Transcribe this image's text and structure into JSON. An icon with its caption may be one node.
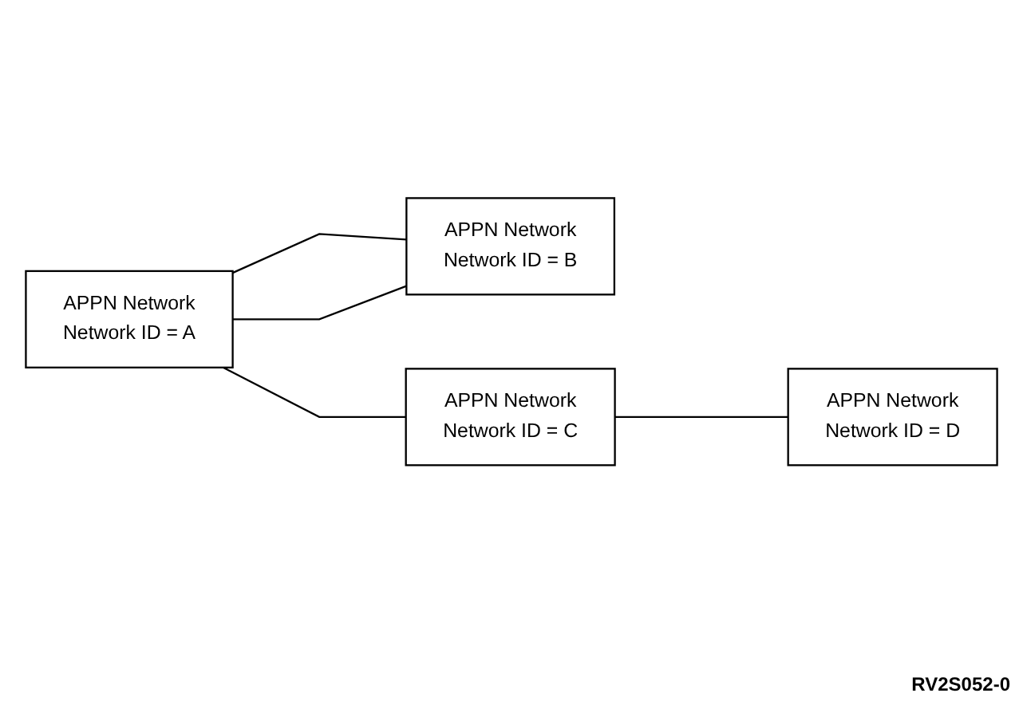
{
  "diagram": {
    "nodes": [
      {
        "text": [
          "APPN Network",
          "Network ID = A"
        ]
      },
      {
        "text": [
          "APPN Network",
          "Network ID = B"
        ]
      },
      {
        "text": [
          "APPN Network",
          "Network ID = C"
        ]
      },
      {
        "text": [
          "APPN Network",
          "Network ID = D"
        ]
      }
    ],
    "edges": [
      {
        "from": 0,
        "to": 1,
        "arrow": "none"
      },
      {
        "from": 0,
        "to": 1,
        "arrow": "none"
      },
      {
        "from": 0,
        "to": 2,
        "arrow": "none"
      },
      {
        "from": 2,
        "to": 3,
        "arrow": "none"
      }
    ],
    "labels": [
      "RV2S052-0"
    ]
  }
}
